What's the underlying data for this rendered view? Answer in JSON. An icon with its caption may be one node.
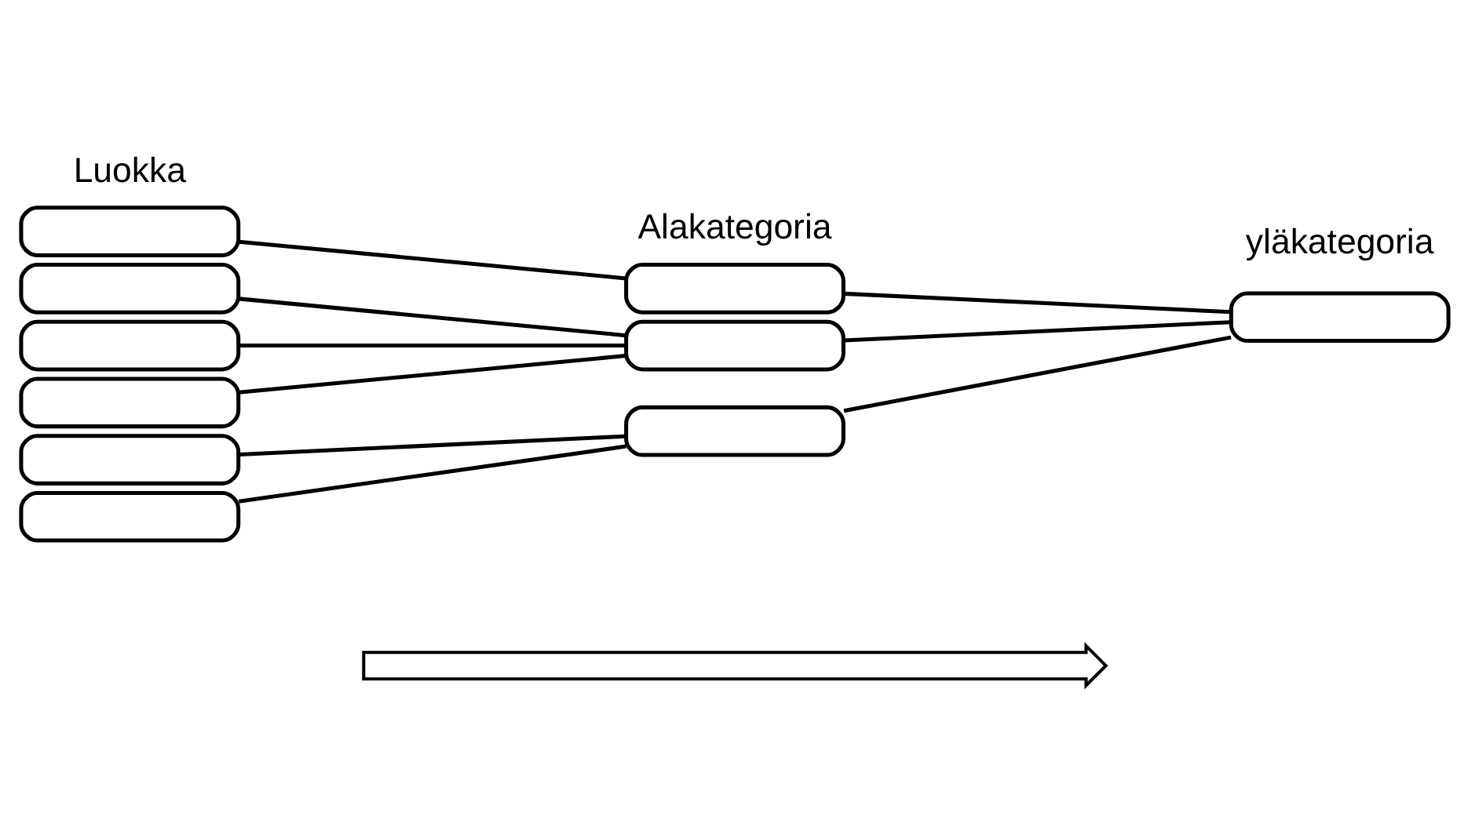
{
  "diagram": {
    "nodes": [
      {
        "text": [],
        "shape": "box"
      },
      {
        "text": [],
        "shape": "box"
      },
      {
        "text": [],
        "shape": "box"
      },
      {
        "text": [],
        "shape": "box"
      },
      {
        "text": [],
        "shape": "box"
      },
      {
        "text": [],
        "shape": "box"
      },
      {
        "text": [],
        "shape": "box"
      },
      {
        "text": [],
        "shape": "box"
      },
      {
        "text": [],
        "shape": "box"
      },
      {
        "text": [],
        "shape": "box"
      },
      {
        "text": [],
        "shape": "arrow"
      }
    ],
    "edges": [
      {
        "from": 0,
        "to": 6,
        "arrow": "none"
      },
      {
        "from": 1,
        "to": 7,
        "arrow": "none"
      },
      {
        "from": 2,
        "to": 7,
        "arrow": "none"
      },
      {
        "from": 3,
        "to": 7,
        "arrow": "none"
      },
      {
        "from": 4,
        "to": 8,
        "arrow": "none"
      },
      {
        "from": 5,
        "to": 8,
        "arrow": "none"
      },
      {
        "from": 6,
        "to": 9,
        "arrow": "none"
      },
      {
        "from": 7,
        "to": 9,
        "arrow": "none"
      },
      {
        "from": 8,
        "to": 9,
        "arrow": "none"
      }
    ],
    "labels": [
      "Luokka",
      "Alakategoria",
      "yläkategoria"
    ]
  }
}
